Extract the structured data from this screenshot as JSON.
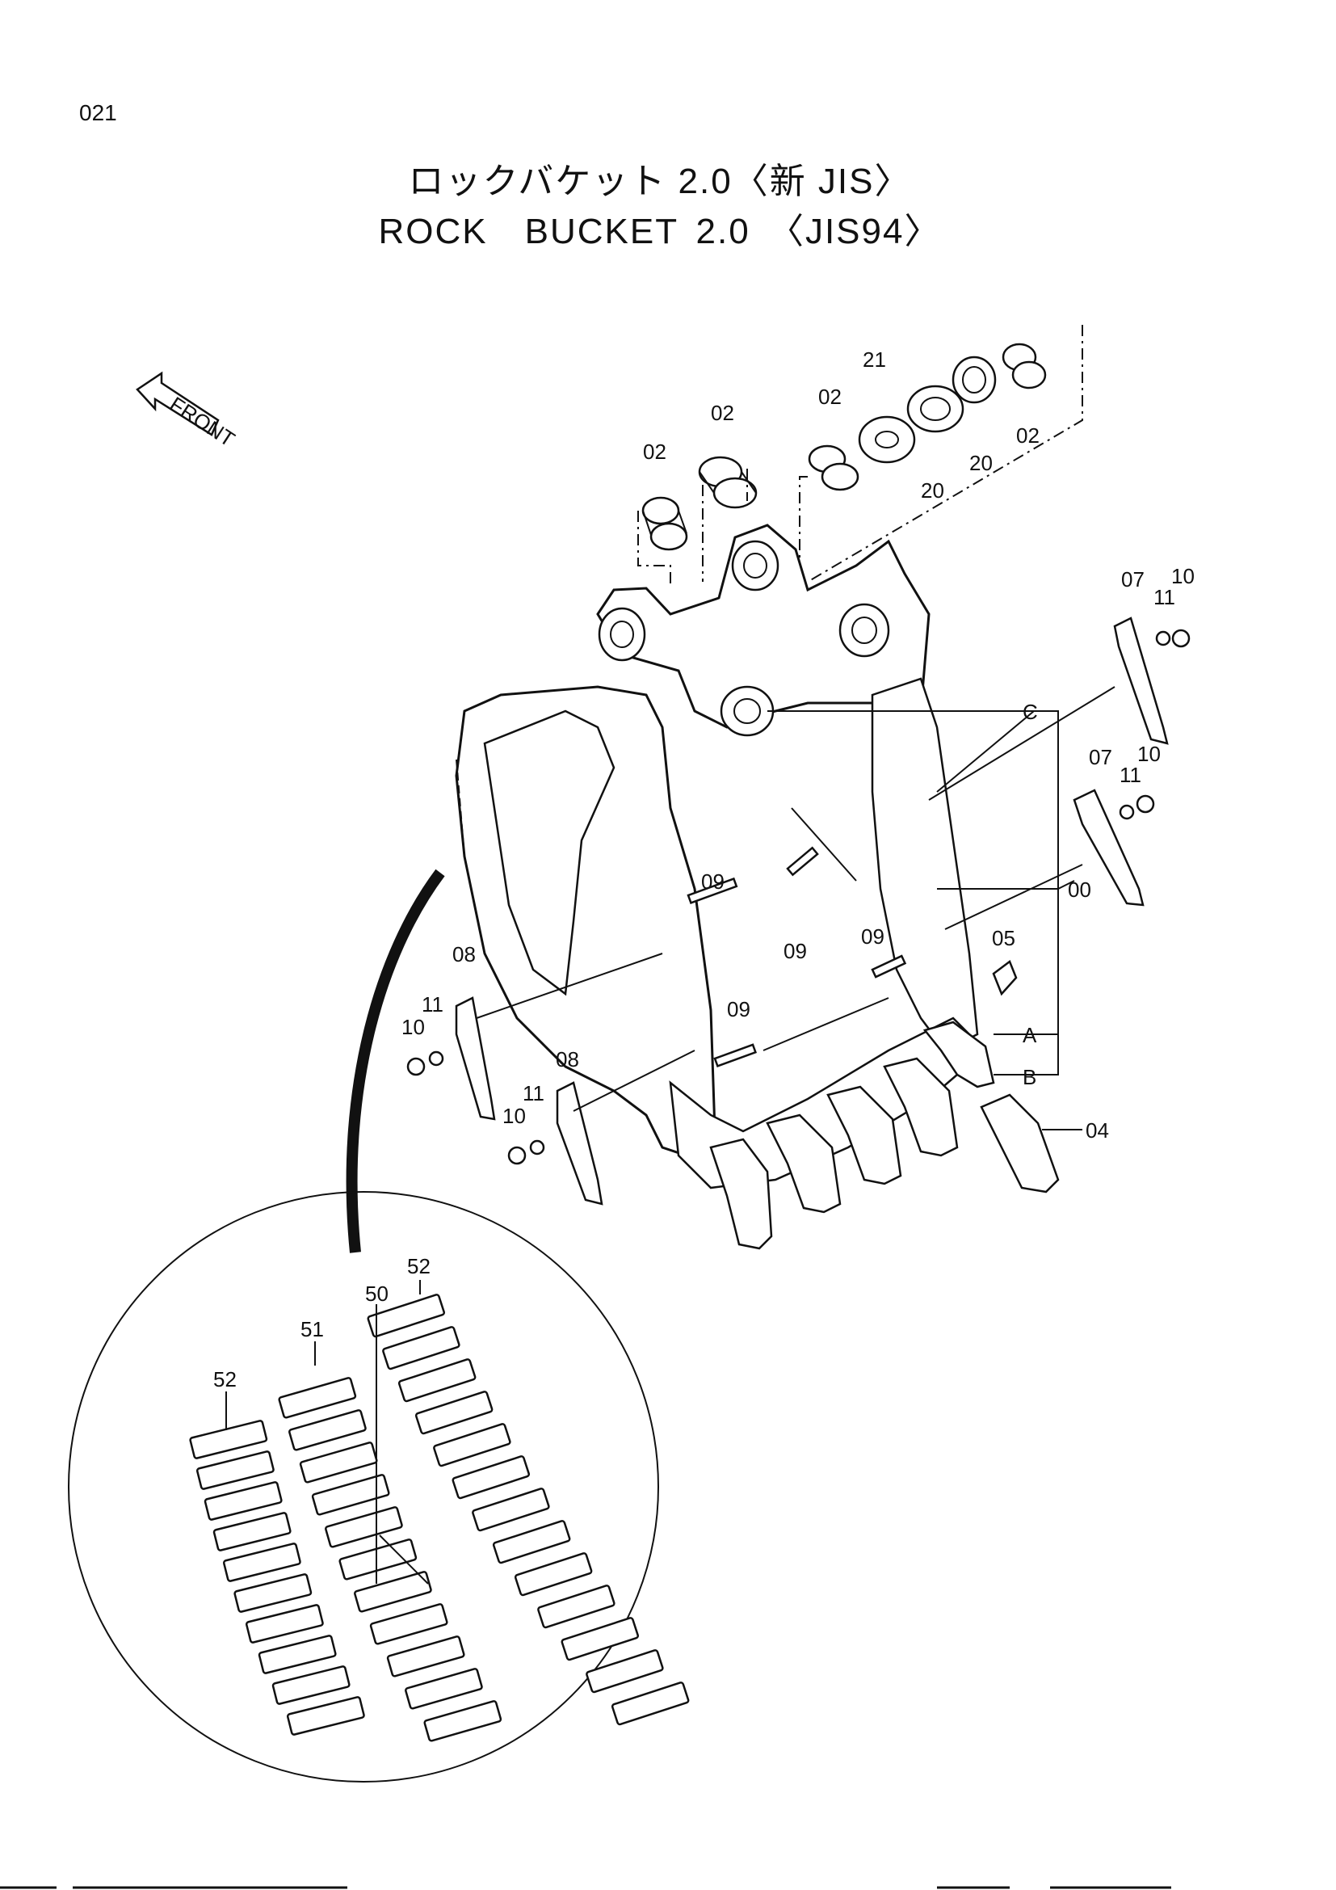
{
  "page_number": "021",
  "title_jp": "ロックバケット 2.0〈新 JIS〉",
  "title_en": "ROCK　BUCKET 2.0 〈JIS94〉",
  "front_arrow_label": "FRONT",
  "callouts": {
    "p02a": "02",
    "p02b": "02",
    "p02c": "02",
    "p02d": "02",
    "p21": "21",
    "p20a": "20",
    "p20b": "20",
    "p07a": "07",
    "p07b": "07",
    "p11a": "11",
    "p11b": "11",
    "p11c": "11",
    "p11d": "11",
    "p10a": "10",
    "p10b": "10",
    "p10c": "10",
    "p10d": "10",
    "pC": "C",
    "p00": "00",
    "pA": "A",
    "pB": "B",
    "p09a": "09",
    "p09b": "09",
    "p09c": "09",
    "p09d": "09",
    "p05": "05",
    "p04": "04",
    "p08a": "08",
    "p08b": "08",
    "p50": "50",
    "p51": "51",
    "p52a": "52",
    "p52b": "52"
  }
}
